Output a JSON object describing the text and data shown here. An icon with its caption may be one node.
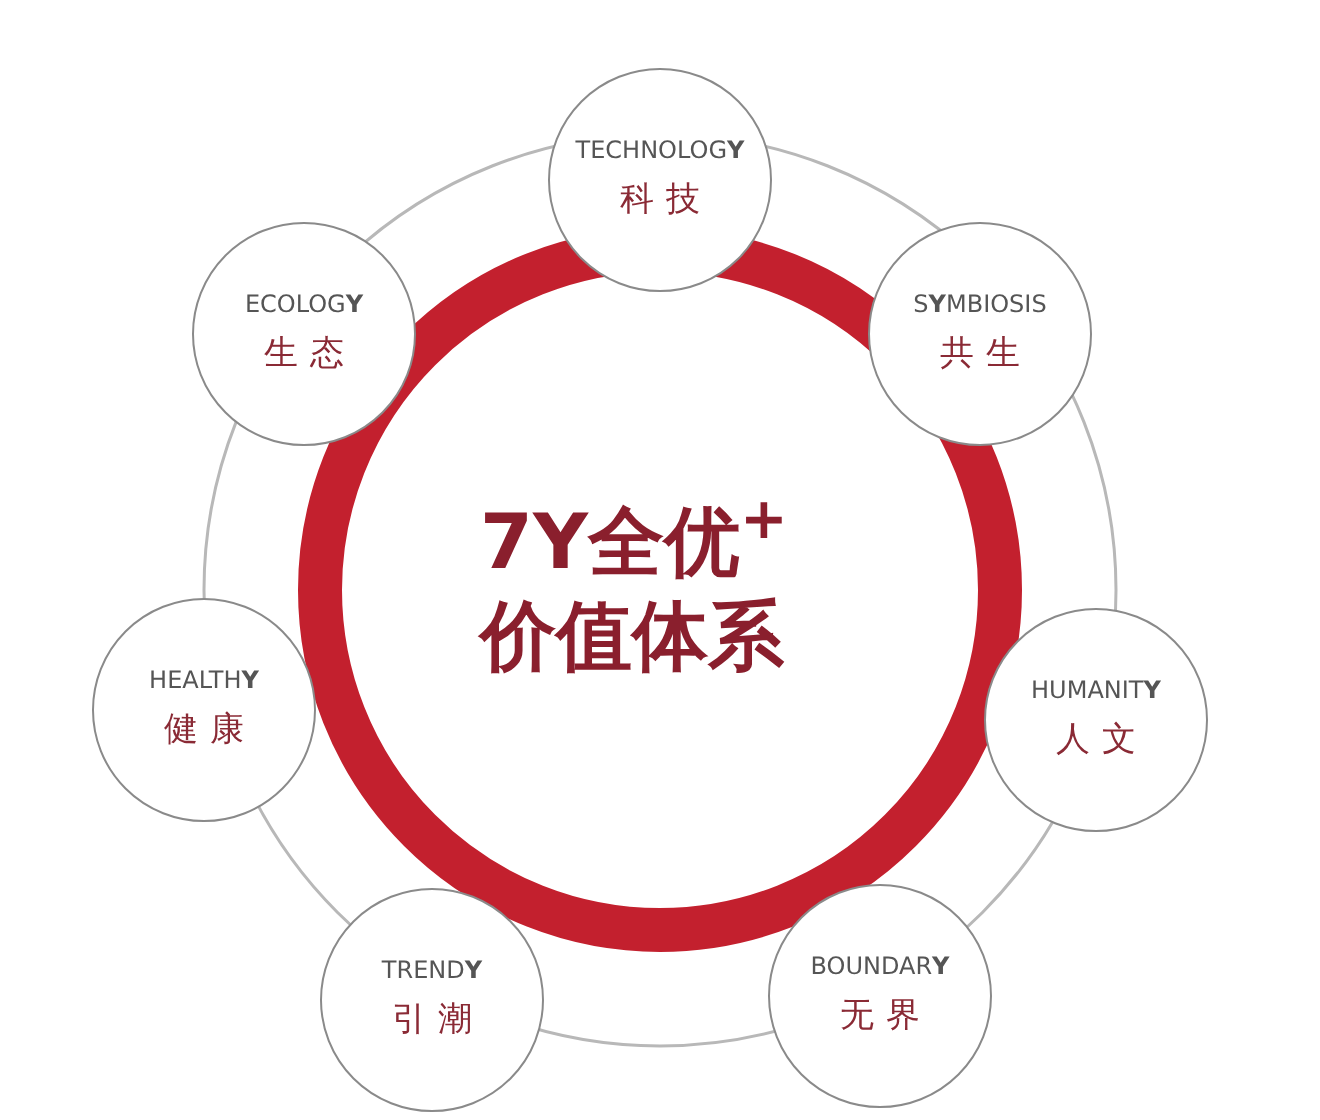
{
  "diagram": {
    "nodes": [
      {
        "text": [
          "7Y全优$^{+}$价值体系"
        ]
      },
      {
        "text": [
          "TECHNOLOG**Y**",
          "科技"
        ]
      },
      {
        "text": [
          "ECOLOG**Y**",
          "生态"
        ]
      },
      {
        "text": [
          "S**Y**MBIOSIS",
          "共生"
        ]
      },
      {
        "text": [
          "HEALTH**Y**",
          "健康"
        ]
      },
      {
        "text": [
          "HUMANIT**Y**",
          "人文"
        ]
      },
      {
        "text": [
          "TREND**Y**",
          "引潮"
        ]
      },
      {
        "text": [
          "BOUNDAR**Y**",
          "无界"
        ]
      }
    ]
  }
}
